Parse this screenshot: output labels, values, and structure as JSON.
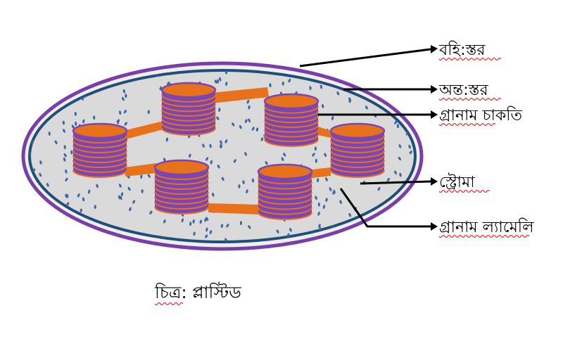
{
  "labels": {
    "outer_membrane": "বহি:স্তর",
    "inner_membrane": "অন্ত:স্তর",
    "granum_disc": "গ্রানাম চাকতি",
    "stroma": "স্ট্রোমা",
    "granum_lamella": "গ্রানাম ল্যামেলি"
  },
  "caption": "চিত্র: প্লাস্টিড",
  "colors": {
    "outer_ring": "#7a3ea8",
    "inner_ring": "#1f4e79",
    "fill": "#dadada",
    "stack": "#7b45b2",
    "disc": "#e8721c",
    "dots": "#3c6aa0"
  }
}
